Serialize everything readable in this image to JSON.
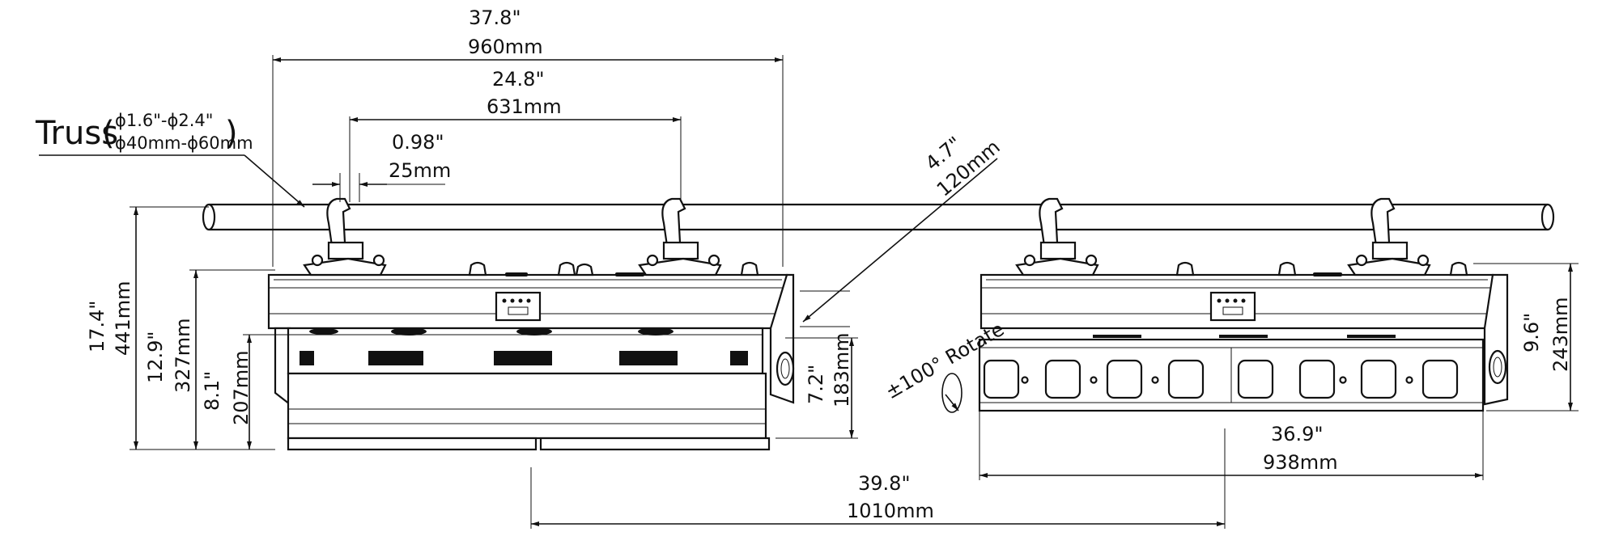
{
  "truss": {
    "label": "Truss",
    "diameter_imperial": "ϕ1.6\"-ϕ2.4\"",
    "diameter_metric": "ϕ40mm-ϕ60mm"
  },
  "dimensions": {
    "overall_width": {
      "imperial": "37.8\"",
      "metric": "960mm"
    },
    "clamp_spacing": {
      "imperial": "24.8\"",
      "metric": "631mm"
    },
    "clamp_width": {
      "imperial": "0.98\"",
      "metric": "25mm"
    },
    "clamp_offset": {
      "imperial": "4.7\"",
      "metric": "120mm"
    },
    "total_height": {
      "imperial": "17.4\"",
      "metric": "441mm"
    },
    "body_height": {
      "imperial": "12.9\"",
      "metric": "327mm"
    },
    "head_height": {
      "imperial": "8.1\"",
      "metric": "207mm"
    },
    "head_front_height": {
      "imperial": "7.2\"",
      "metric": "183mm"
    },
    "side_height": {
      "imperial": "9.6\"",
      "metric": "243mm"
    },
    "head_width": {
      "imperial": "36.9\"",
      "metric": "938mm"
    },
    "separation": {
      "imperial": "39.8\"",
      "metric": "1010mm"
    }
  },
  "rotation_label": "±100° Rotate",
  "colors": {
    "line": "#111111",
    "background": "#ffffff"
  }
}
